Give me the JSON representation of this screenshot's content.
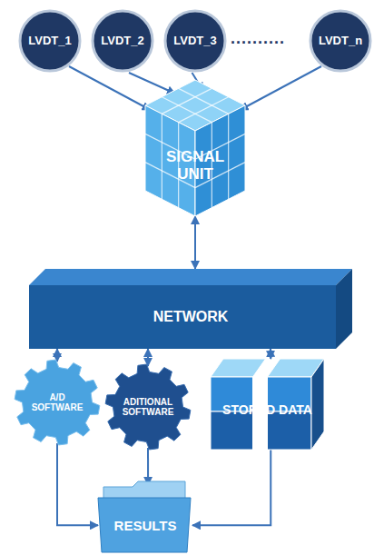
{
  "diagram": {
    "nodes": [
      {
        "text": [
          "LVDT_1"
        ]
      },
      {
        "text": [
          "LVDT_2"
        ]
      },
      {
        "text": [
          "LVDT_3"
        ]
      },
      {
        "text": [
          "LVDT_n"
        ]
      },
      {
        "text": [
          "SIGNAL UNIT"
        ]
      },
      {
        "text": [
          "NETWORK"
        ]
      },
      {
        "text": [
          "A/D SOFTWARE"
        ]
      },
      {
        "text": [
          "ADITIONAL SOFTWARE"
        ]
      },
      {
        "text": [
          "STORED DATA"
        ]
      },
      {
        "text": [
          "RESULTS"
        ]
      }
    ],
    "edges": [
      {
        "from": 0,
        "to": 4,
        "arrow": "to"
      },
      {
        "from": 1,
        "to": 4,
        "arrow": "to"
      },
      {
        "from": 2,
        "to": 4,
        "arrow": "to"
      },
      {
        "from": 3,
        "to": 4,
        "arrow": "to"
      },
      {
        "from": 4,
        "to": 5,
        "arrow": "both"
      },
      {
        "from": 5,
        "to": 6,
        "arrow": "both"
      },
      {
        "from": 5,
        "to": 7,
        "arrow": "both"
      },
      {
        "from": 5,
        "to": 8,
        "arrow": "both"
      },
      {
        "from": 6,
        "to": 9,
        "arrow": "to"
      },
      {
        "from": 7,
        "to": 9,
        "arrow": "to"
      },
      {
        "from": 8,
        "to": 9,
        "arrow": "to"
      }
    ],
    "labels": [
      ".........."
    ]
  }
}
